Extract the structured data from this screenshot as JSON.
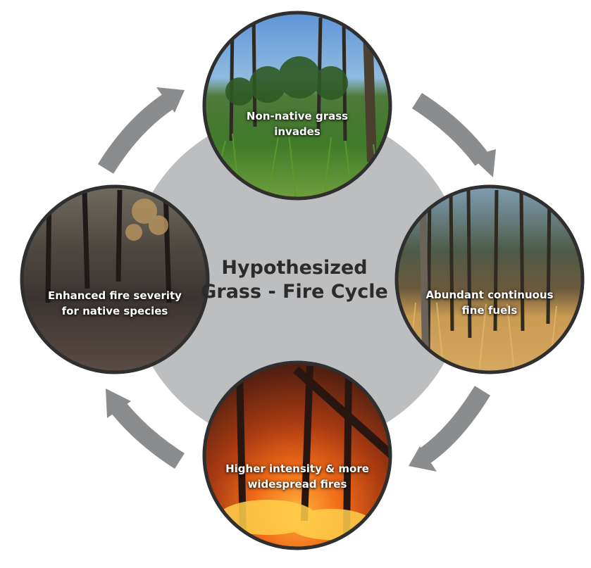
{
  "diagram": {
    "title": "Hypothesized\nGrass - Fire Cycle",
    "nodes": [
      {
        "id": "top",
        "label": "Non-native grass\ninvades"
      },
      {
        "id": "right",
        "label": "Abundant continuous\nfine fuels"
      },
      {
        "id": "bottom",
        "label": "Higher intensity & more\nwidespread fires"
      },
      {
        "id": "left",
        "label": "Enhanced fire severity\nfor native species"
      }
    ],
    "colors": {
      "center_disc": "#bdbec0",
      "arrow": "#8a8c8e",
      "node_border": "#2f2f2f"
    }
  }
}
